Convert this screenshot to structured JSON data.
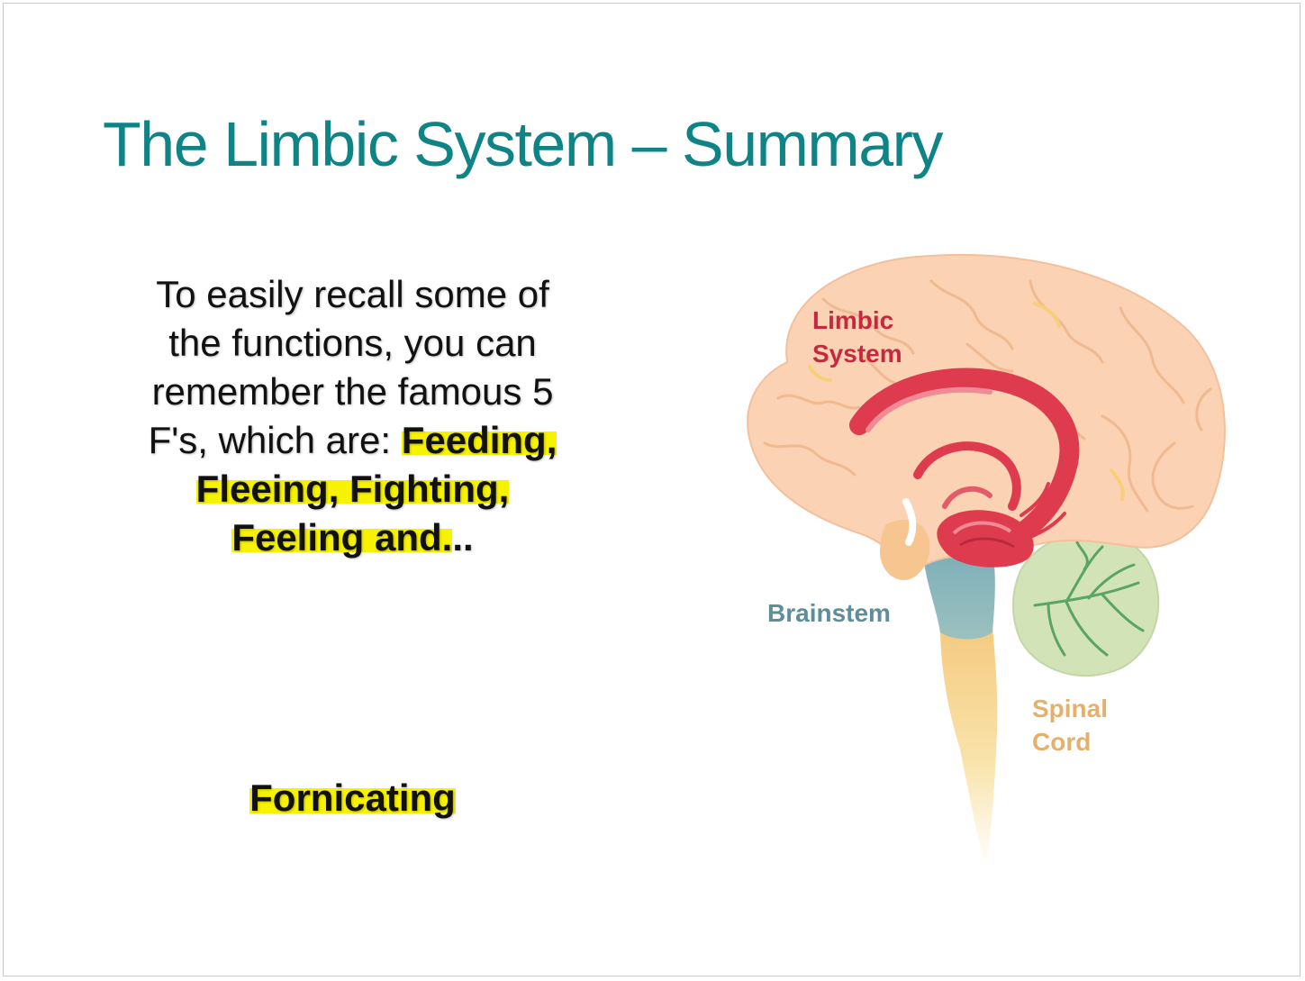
{
  "slide": {
    "title": "The Limbic System – Summary",
    "intro_lines": [
      "To easily recall some of",
      "the functions, you can",
      "remember the famous 5",
      "F's, which are: "
    ],
    "f_words": {
      "feeding": "Feeding,",
      "fleeing_fighting": "Fleeing, Fighting,",
      "feeling_and": "Feeling and.",
      "ellipsis": ".."
    },
    "answer": "Fornicating"
  },
  "diagram": {
    "labels": {
      "limbic_line1": "Limbic",
      "limbic_line2": "System",
      "brainstem": "Brainstem",
      "spinal_line1": "Spinal",
      "spinal_line2": "Cord"
    },
    "colors": {
      "title": "#0f8487",
      "highlight": "#f6f200",
      "brain": "#fbd3b4",
      "limbic": "#de3b4e",
      "brainstem": "#78aab3",
      "cerebellum": "#cfe0b3",
      "spinal": "#f7d27c",
      "label_limbic": "#c8283f",
      "label_brainstem": "#5e8f99",
      "label_spinal": "#e6b06a"
    }
  }
}
